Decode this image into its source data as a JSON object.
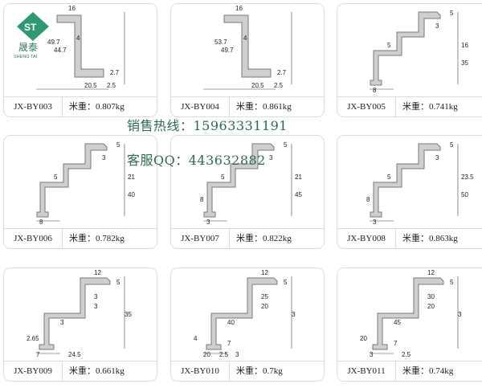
{
  "logo": {
    "brand_cn": "晟泰",
    "brand_en": "SHENG TAI",
    "mark": "ST"
  },
  "overlay": {
    "sales_line": "销售热线：15963331191",
    "qq_line": "客服QQ：443632882"
  },
  "weight_label": "米重：",
  "cards": [
    {
      "code": "JX-BY003",
      "weight": "0.807kg",
      "dims": [
        "16",
        "49.7",
        "44.7",
        "4",
        "2.7",
        "20.5",
        "2.5"
      ]
    },
    {
      "code": "JX-BY004",
      "weight": "0.861kg",
      "dims": [
        "16",
        "53.7",
        "49.7",
        "4",
        "2.7",
        "20.5",
        "2.5"
      ]
    },
    {
      "code": "JX-BY005",
      "weight": "0.741kg",
      "dims": [
        "5",
        "3",
        "16",
        "5",
        "35",
        "8"
      ]
    },
    {
      "code": "JX-BY006",
      "weight": "0.782kg",
      "dims": [
        "5",
        "3",
        "21",
        "5",
        "40",
        "8"
      ]
    },
    {
      "code": "JX-BY007",
      "weight": "0.822kg",
      "dims": [
        "5",
        "3",
        "21",
        "5",
        "45",
        "3",
        "8"
      ]
    },
    {
      "code": "JX-BY008",
      "weight": "0.863kg",
      "dims": [
        "5",
        "3",
        "23.5",
        "5",
        "50",
        "3",
        "8"
      ]
    },
    {
      "code": "JX-BY009",
      "weight": "0.661kg",
      "dims": [
        "12",
        "5",
        "3",
        "3",
        "35",
        "3",
        "2.65",
        "7",
        "24.5"
      ]
    },
    {
      "code": "JX-BY010",
      "weight": "0.7kg",
      "dims": [
        "12",
        "5",
        "25",
        "20",
        "3",
        "40",
        "4",
        "20",
        "3",
        "7",
        "2.5"
      ]
    },
    {
      "code": "JX-BY011",
      "weight": "0.74kg",
      "dims": [
        "12",
        "5",
        "30",
        "20",
        "3",
        "45",
        "20",
        "3",
        "2.5",
        "7"
      ]
    }
  ]
}
